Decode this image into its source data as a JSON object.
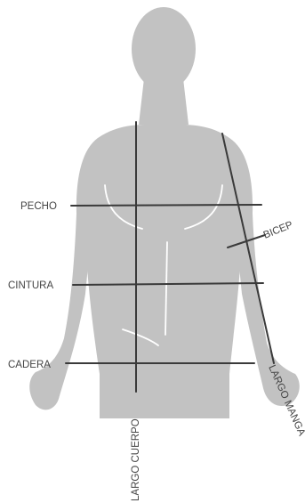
{
  "labels": {
    "pecho": "PECHO",
    "cintura": "CINTURA",
    "cadera": "CADERA",
    "bicep": "BICEP",
    "largo_cuerpo": "LARGO CUERPO",
    "largo_manga": "LARGO MANGA"
  },
  "colors": {
    "silhouette": "#c2c2c2",
    "measure_line": "#3a3a3a",
    "muscle_line": "#ffffff",
    "label_text": "#444444",
    "background": "#ffffff"
  }
}
